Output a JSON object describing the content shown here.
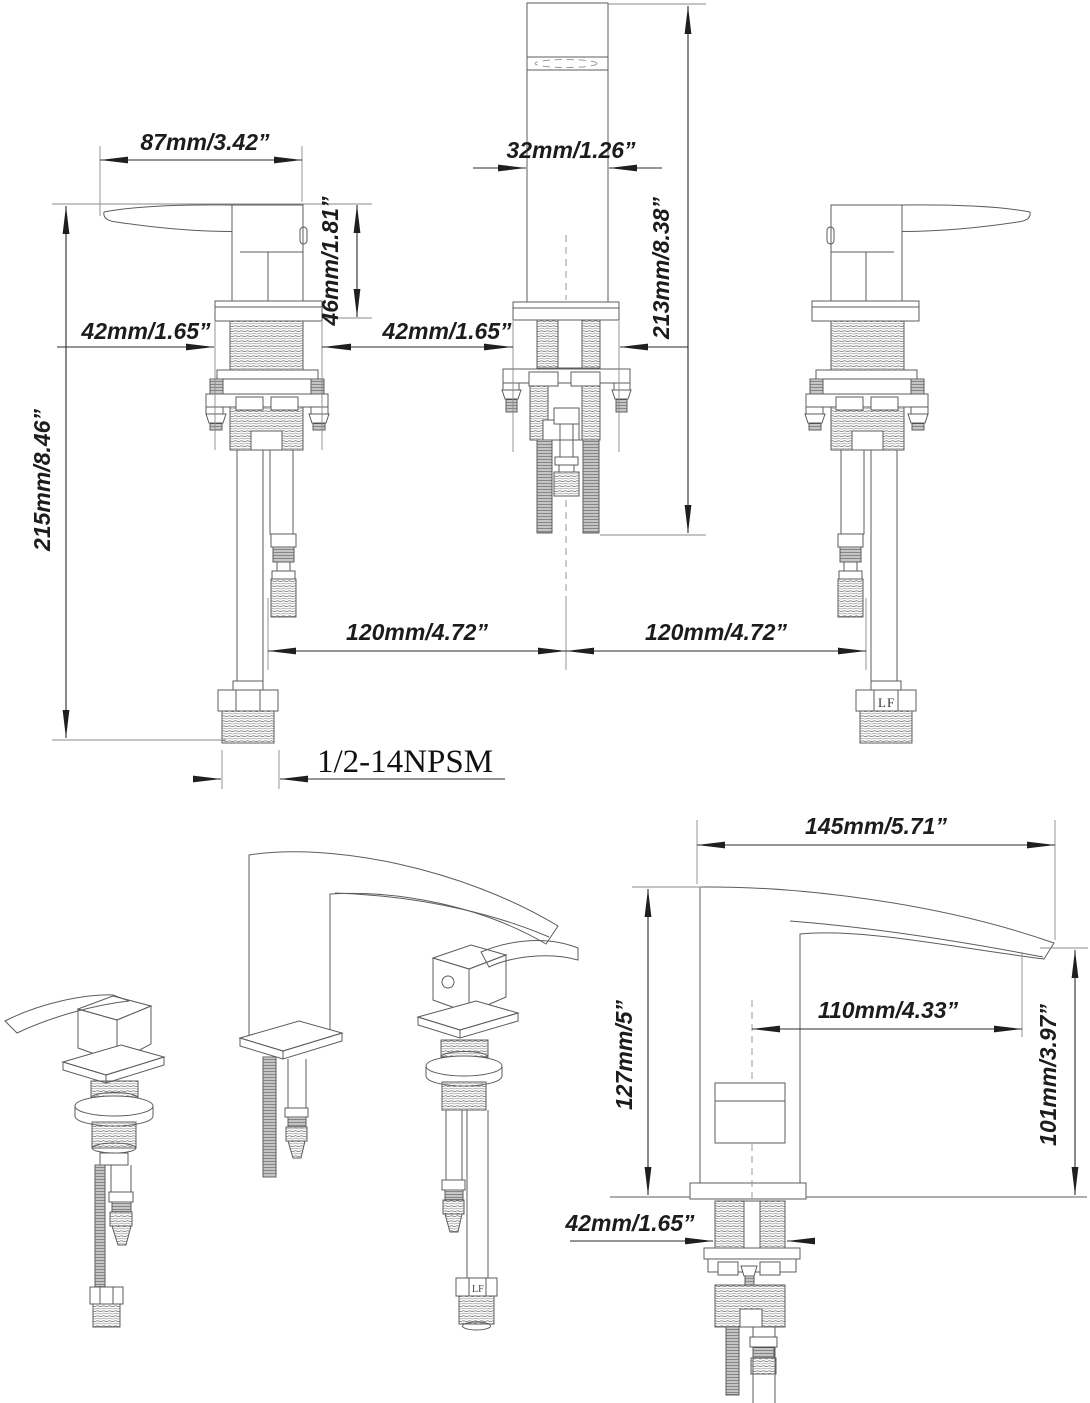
{
  "drawing": {
    "title": "faucet dimension diagram",
    "colors": {
      "background": "#ffffff",
      "lines": "#5c5c5c",
      "dimension_lines": "#2b2b2b",
      "text": "#1c1c1c"
    },
    "labels": {
      "thread_spec": "1/2-14NPSM",
      "fitting_mark": "LF",
      "fitting_mark_iso": "LF"
    },
    "dimensions": {
      "handle_length": "87mm/3.42”",
      "handle_height_above_deck": "46mm/1.81”",
      "handle_escutcheon_width": "42mm/1.65”",
      "spout_escutcheon_width": "42mm/1.65”",
      "spout_body_width": "32mm/1.26”",
      "spout_total_height": "213mm/8.38”",
      "handle_total_height": "215mm/8.46”",
      "handle_to_spout_spacing": "120mm/4.72”",
      "spout_to_handle_spacing": "120mm/4.72”",
      "spout_reach_overall": "145mm/5.71”",
      "spout_height_above_deck": "127mm/5”",
      "spout_reach_to_outlet": "110mm/4.33”",
      "outlet_height": "101mm/3.97”",
      "spout_shank_width": "42mm/1.65”"
    }
  }
}
